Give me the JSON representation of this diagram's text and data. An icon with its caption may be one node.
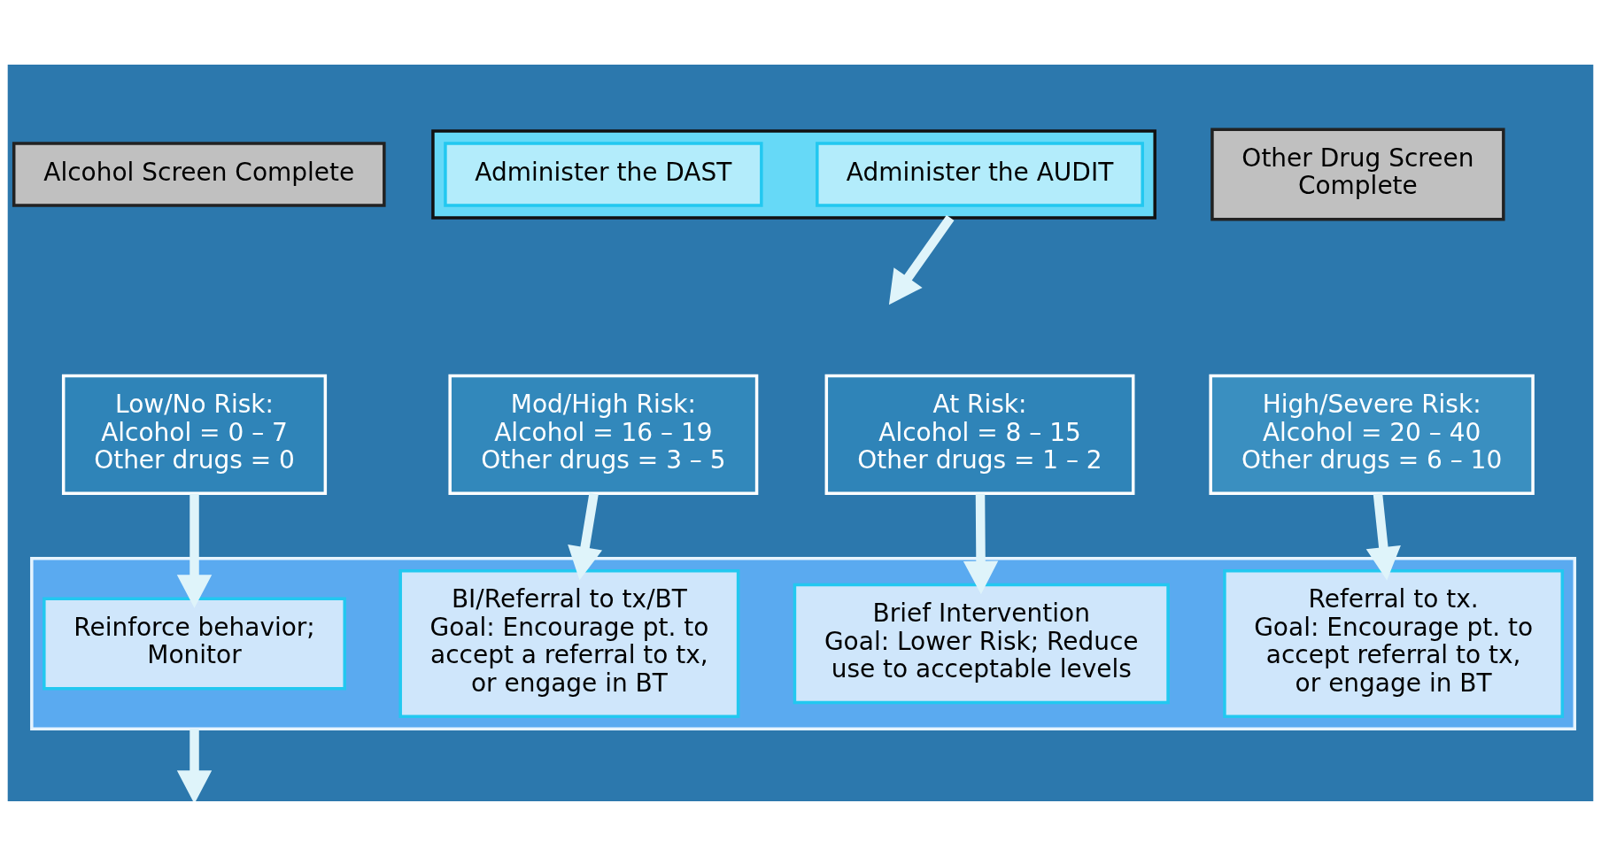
{
  "diagram": {
    "nodes": [
      {
        "text": [
          "Alcohol Screen Complete"
        ]
      },
      {
        "text": [],
        "shape": "box"
      },
      {
        "text": [
          "Administer the AUDIT"
        ],
        "in": 1
      },
      {
        "text": [
          "Administer the DAST"
        ],
        "in": 1
      },
      {
        "text": [
          "Other Drug Screen Complete"
        ]
      },
      {
        "text": [
          "Low/No Risk:",
          "Alcohol = 0 – 7",
          "Other drugs = 0"
        ]
      },
      {
        "text": [
          "At Risk:",
          "Alcohol = 8 – 15",
          "Other drugs = 1 – 2"
        ]
      },
      {
        "text": [
          "Mod/High Risk:",
          "Alcohol = 16 – 19",
          "Other drugs = 3 – 5"
        ]
      },
      {
        "text": [
          "High/Severe Risk:",
          "Alcohol = 20 – 40",
          "Other drugs = 6 – 10"
        ]
      },
      {
        "text": [],
        "shape": "box"
      },
      {
        "text": [
          "Reinforce behavior; Monitor"
        ],
        "in": 9
      },
      {
        "text": [
          "Brief Intervention",
          "Goal: Lower Risk; Reduce use to acceptable levels"
        ],
        "in": 9
      },
      {
        "text": [
          "BI/Referral to tx/BT",
          "Goal: Encourage pt. to accept a referral to tx, or engage in BT"
        ],
        "in": 9
      },
      {
        "text": [
          "Referral to tx.",
          "Goal: Encourage pt. to accept referral to tx, or engage in BT"
        ],
        "in": 9
      }
    ],
    "edges": [
      {
        "from": 1,
        "to": null,
        "arrow": "to"
      },
      {
        "from": 5,
        "to": 10,
        "arrow": "to"
      },
      {
        "from": 6,
        "to": 11,
        "arrow": "to"
      },
      {
        "from": 7,
        "to": 12,
        "arrow": "to"
      },
      {
        "from": 8,
        "to": 13,
        "arrow": "to"
      },
      {
        "from": 9,
        "to": null,
        "arrow": "to"
      }
    ]
  }
}
